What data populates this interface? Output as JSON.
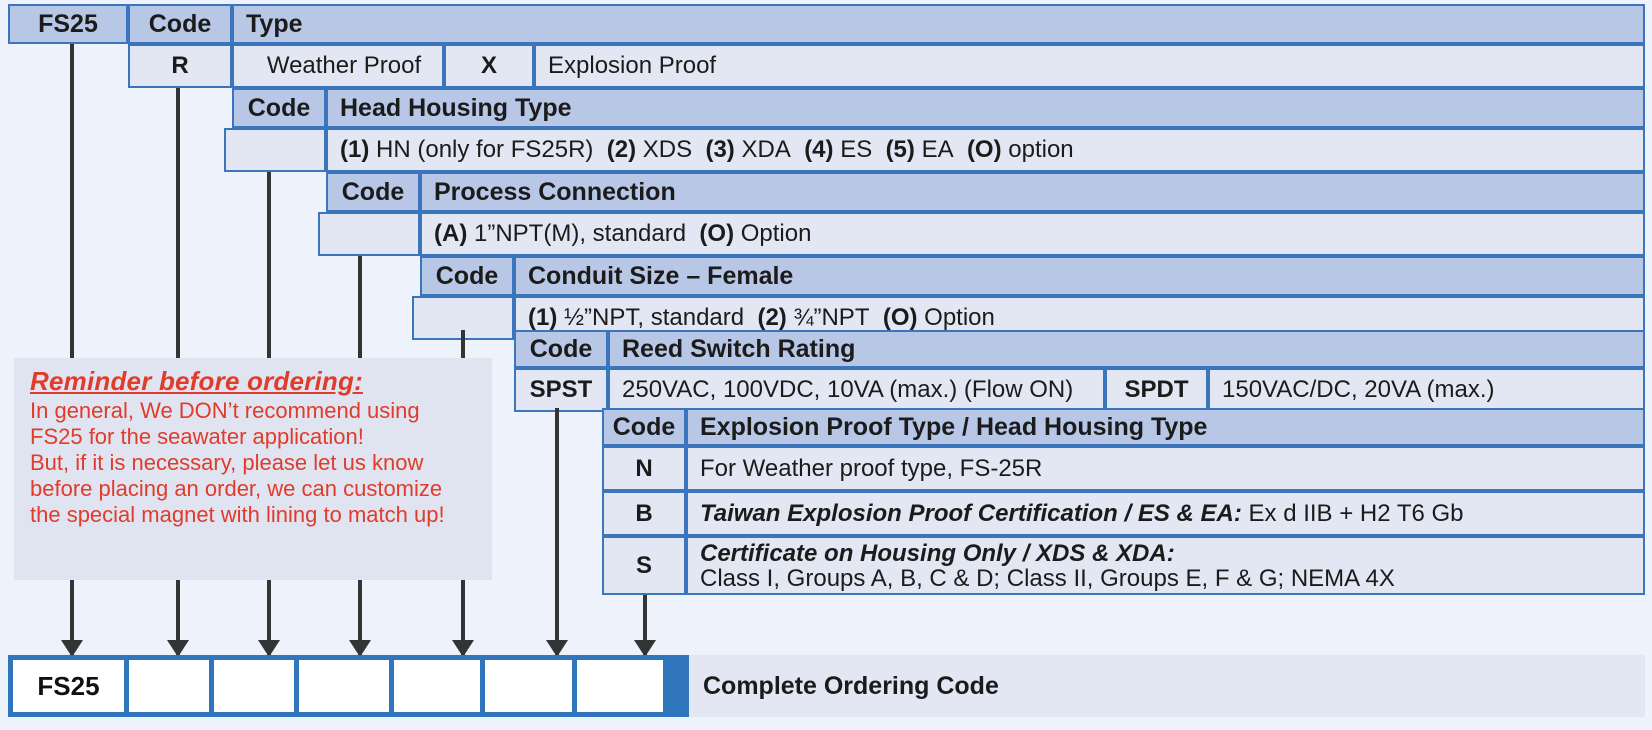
{
  "colors": {
    "header_fill": "#b8c7e6",
    "row_fill": "#e2e7f3",
    "border": "#3b76bc",
    "page_bg": "#eef2fa",
    "accent_blue": "#2f76bc",
    "reminder_red": "#e13b2b",
    "connector": "#333436"
  },
  "model": {
    "label": "FS25"
  },
  "rows": [
    {
      "id": "type",
      "code_header": "Code",
      "title": "Type",
      "options": [
        {
          "code": "R",
          "text": "Weather Proof"
        },
        {
          "code": "X",
          "text": "Explosion Proof"
        }
      ]
    },
    {
      "id": "head-housing",
      "code_header": "Code",
      "title": "Head Housing Type",
      "option_line": "(1) HN (only for FS25R)  (2) XDS  (3) XDA  (4) ES  (5) EA  (O) option",
      "option_parts": [
        {
          "key": "(1)",
          "text": "HN (only for FS25R)"
        },
        {
          "key": "(2)",
          "text": "XDS"
        },
        {
          "key": "(3)",
          "text": "XDA"
        },
        {
          "key": "(4)",
          "text": "ES"
        },
        {
          "key": "(5)",
          "text": "EA"
        },
        {
          "key": "(O)",
          "text": "option"
        }
      ]
    },
    {
      "id": "process-connection",
      "code_header": "Code",
      "title": "Process Connection",
      "option_parts": [
        {
          "key": "(A)",
          "text": "1”NPT(M), standard"
        },
        {
          "key": "(O)",
          "text": "Option"
        }
      ]
    },
    {
      "id": "conduit-size",
      "code_header": "Code",
      "title": "Conduit Size – Female",
      "option_parts": [
        {
          "key": "(1)",
          "text": "½”NPT, standard"
        },
        {
          "key": "(2)",
          "text": "¾”NPT"
        },
        {
          "key": "(O)",
          "text": "Option"
        }
      ]
    },
    {
      "id": "reed-switch-rating",
      "code_header": "Code",
      "title": "Reed Switch Rating",
      "options": [
        {
          "code": "SPST",
          "text": "250VAC, 100VDC, 10VA (max.) (Flow ON)"
        },
        {
          "code": "SPDT",
          "text": "150VAC/DC, 20VA (max.)"
        }
      ]
    },
    {
      "id": "explosion-proof-type",
      "code_header": "Code",
      "title": "Explosion Proof Type / Head Housing Type",
      "options": [
        {
          "code": "N",
          "emph": "",
          "text": "For Weather proof type, FS-25R"
        },
        {
          "code": "B",
          "emph": "Taiwan Explosion Proof Certification / ES & EA:",
          "text": "Ex d IIB + H2 T6 Gb"
        },
        {
          "code": "S",
          "emph": "Certificate on Housing Only / XDS & XDA:",
          "text": "Class I, Groups A, B, C & D; Class II, Groups E, F & G; NEMA 4X"
        }
      ]
    }
  ],
  "reminder": {
    "title": "Reminder before ordering:",
    "lines": [
      "In general, We DON’t recommend using",
      "FS25 for the seawater application!",
      "But, if it is necessary, please let us know",
      "before placing an order, we can customize",
      "the special magnet with lining to match up!"
    ]
  },
  "ordering": {
    "label": "Complete Ordering Code",
    "boxes": [
      "FS25",
      "",
      "",
      "",
      "",
      "",
      ""
    ]
  }
}
